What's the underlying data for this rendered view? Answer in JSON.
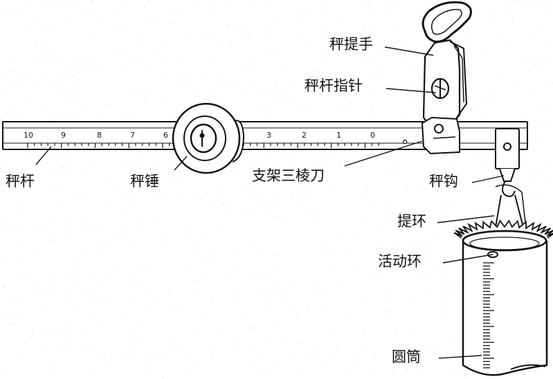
{
  "title": "杆秤结构示意图",
  "labels": {
    "scale_handle": "秤提手",
    "beam_pointer": "秤杆指针",
    "beam": "秤杆",
    "weight": "秤锤",
    "knife_edge": "支架三棱刀",
    "hook": "秤钩",
    "lift_ring": "提环",
    "movable_ring": "活动环",
    "cylinder": "圆筒"
  },
  "scale_marks": [
    "10",
    "9",
    "8",
    "7",
    "6",
    "3",
    "2",
    "1",
    "0"
  ],
  "colors": {
    "ink": "#111111",
    "paper": "#ffffff"
  }
}
